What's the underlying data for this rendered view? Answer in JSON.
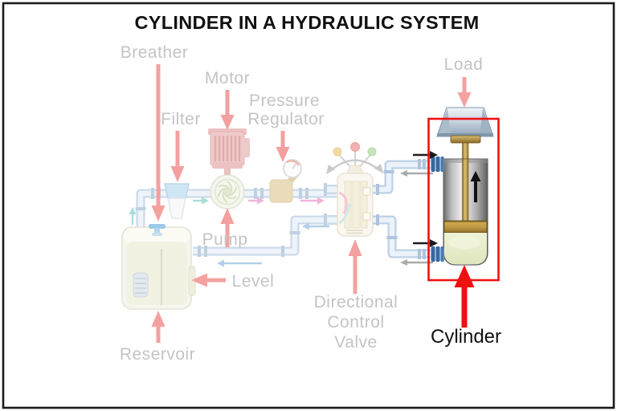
{
  "title": "CYLINDER IN A HYDRAULIC SYSTEM",
  "labels": {
    "breather": "Breather",
    "motor": "Motor",
    "pressure_regulator_line1": "Pressure",
    "pressure_regulator_line2": "Regulator",
    "filter": "Filter",
    "load": "Load",
    "pump": "Pump",
    "level": "Level",
    "reservoir": "Reservoir",
    "dcv_line1": "Directional",
    "dcv_line2": "Control",
    "dcv_line3": "Valve",
    "cylinder": "Cylinder"
  },
  "colors": {
    "highlight_red": "#ee1111",
    "faded_label_gray": "#c4c4c4",
    "faded_arrow_pink": "#f5a0a0",
    "title_black": "#111111",
    "cylinder_body_metal": "#c8c8c8",
    "piston_brass": "#b8923f",
    "fluid_green": "#e9edcc",
    "port_blue": "#3a689e",
    "pipe_blue": "#ccdaea"
  }
}
